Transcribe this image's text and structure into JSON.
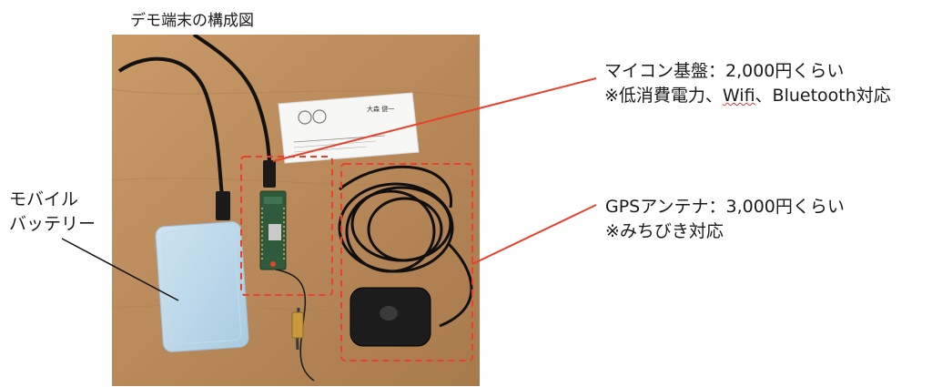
{
  "title": "デモ端末の構成図",
  "labels": {
    "battery": {
      "line1": "モバイル",
      "line2": "バッテリー"
    },
    "mcu": {
      "line1": "マイコン基盤：2,000円くらい",
      "line2_prefix": "※低消費電力、",
      "line2_wifi": "Wifi",
      "line2_suffix": "、Bluetooth対応"
    },
    "gps": {
      "line1": "GPSアンテナ：3,000円くらい",
      "line2": "※みちびき対応"
    }
  },
  "card": {
    "name": "大森 健一"
  },
  "colors": {
    "highlight": "#e8402a",
    "leader_black": "#111111",
    "table": "#b98a57",
    "battery": "#b9d7ea",
    "board": "#2f5a3c"
  }
}
